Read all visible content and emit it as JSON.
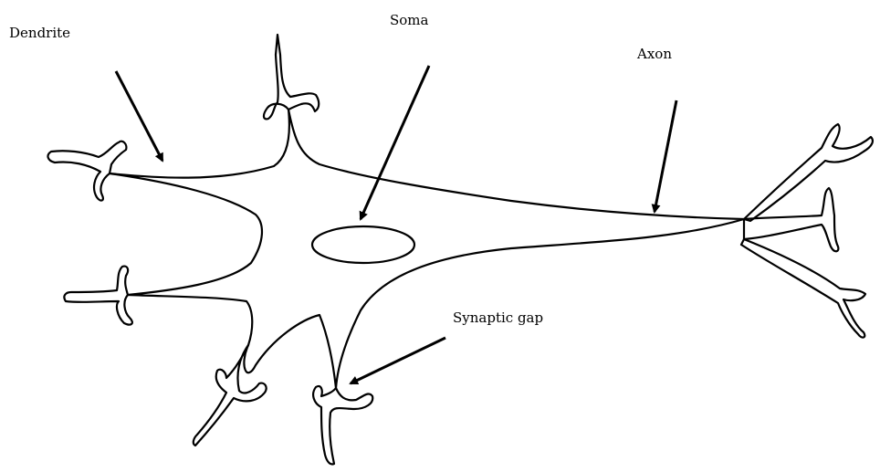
{
  "labels": {
    "dendrite": "Dendrite",
    "soma": "Soma",
    "axon": "Axon",
    "synaptic_gap": "Synaptic gap"
  },
  "colors": {
    "stroke": "#000000",
    "background": "#ffffff"
  }
}
